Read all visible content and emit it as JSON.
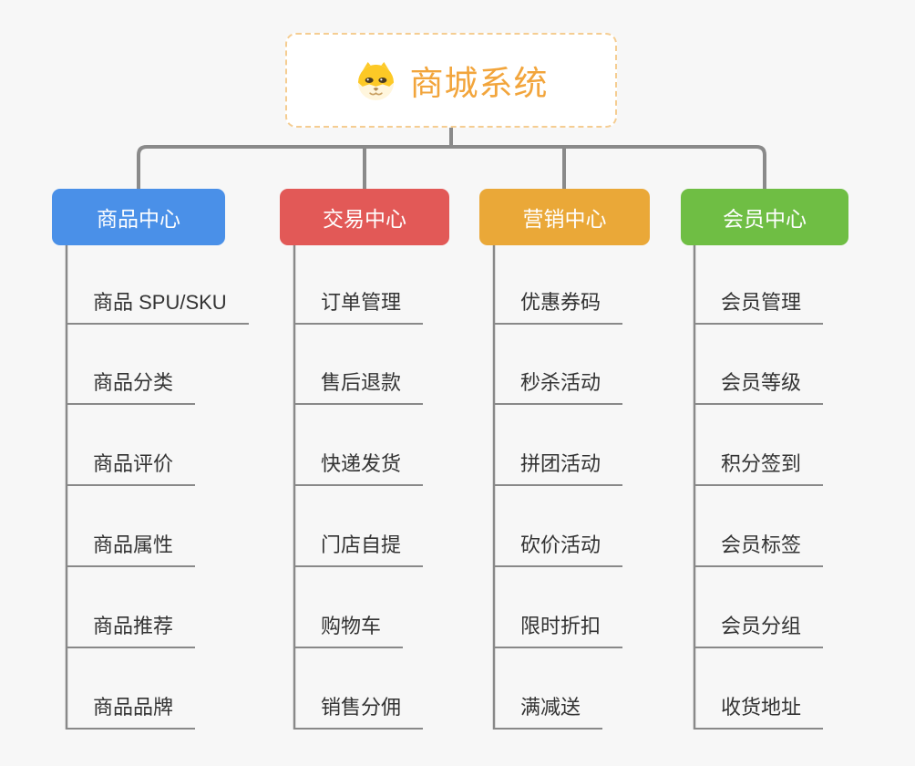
{
  "root": {
    "title": "商城系统",
    "icon": "dog-face-icon",
    "text_color": "#f2a53c",
    "border_color": "#f5cd92"
  },
  "branches": [
    {
      "label": "商品中心",
      "color": "#4a90e8",
      "items": [
        "商品 SPU/SKU",
        "商品分类",
        "商品评价",
        "商品属性",
        "商品推荐",
        "商品品牌"
      ]
    },
    {
      "label": "交易中心",
      "color": "#e25957",
      "items": [
        "订单管理",
        "售后退款",
        "快递发货",
        "门店自提",
        "购物车",
        "销售分佣"
      ]
    },
    {
      "label": "营销中心",
      "color": "#eaa838",
      "items": [
        "优惠券码",
        "秒杀活动",
        "拼团活动",
        "砍价活动",
        "限时折扣",
        "满减送"
      ]
    },
    {
      "label": "会员中心",
      "color": "#6fbe44",
      "items": [
        "会员管理",
        "会员等级",
        "积分签到",
        "会员标签",
        "会员分组",
        "收货地址"
      ]
    }
  ],
  "connector_color": "#8a8a8a",
  "background_color": "#f7f7f7"
}
